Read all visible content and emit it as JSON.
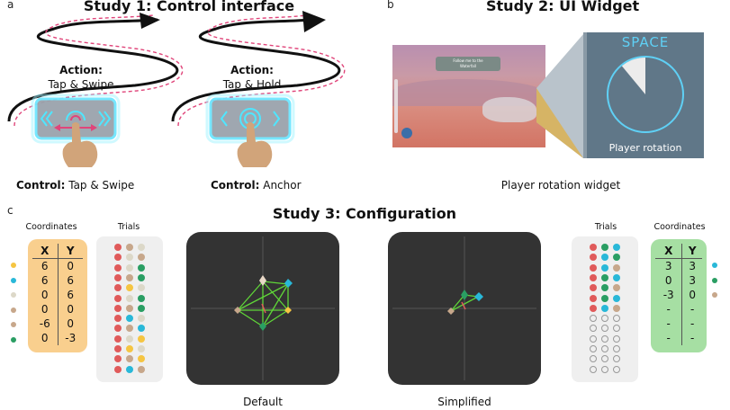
{
  "panels": {
    "a": {
      "letter": "a",
      "title": "Study 1: Control interface",
      "left": {
        "action_title": "Action:",
        "action_text": "Tap & Swipe",
        "control_label": "Control:",
        "control_value": "Tap & Swipe"
      },
      "right": {
        "action_title": "Action:",
        "action_text": "Tap & Hold",
        "control_label": "Control:",
        "control_value": "Anchor"
      }
    },
    "b": {
      "letter": "b",
      "title": "Study 2: UI Widget",
      "game_banner_line1": "Follow me to the",
      "game_banner_line2": "Waterfall",
      "widget_title": "SPACE",
      "widget_label": "Player rotation",
      "widget_rotation_fraction": 0.11,
      "caption": "Player rotation widget"
    },
    "c": {
      "letter": "c",
      "title": "Study 3: Configuration",
      "left_coordinates": {
        "heading": "Coordinates",
        "col_x": "X",
        "col_y": "Y",
        "rows": [
          {
            "x": "6",
            "y": "0",
            "color": "#f5c542"
          },
          {
            "x": "6",
            "y": "6",
            "color": "#29b8d8"
          },
          {
            "x": "0",
            "y": "6",
            "color": "#dcd8c8"
          },
          {
            "x": "0",
            "y": "0",
            "color": "#c7a78b"
          },
          {
            "x": "-6",
            "y": "0",
            "color": "#c7a78b"
          },
          {
            "x": "0",
            "y": "-3",
            "color": "#2a9e63"
          }
        ]
      },
      "left_trials_heading": "Trials",
      "left_trials": [
        [
          "#e05a5a",
          "#c7a78b",
          "#dcd8c8"
        ],
        [
          "#e05a5a",
          "#dcd8c8",
          "#c7a78b"
        ],
        [
          "#e05a5a",
          "#dcd8c8",
          "#2a9e63"
        ],
        [
          "#e05a5a",
          "#c7a78b",
          "#2a9e63"
        ],
        [
          "#e05a5a",
          "#f5c542",
          "#dcd8c8"
        ],
        [
          "#e05a5a",
          "#dcd8c8",
          "#2a9e63"
        ],
        [
          "#e05a5a",
          "#c7a78b",
          "#2a9e63"
        ],
        [
          "#e05a5a",
          "#29b8d8",
          "#dcd8c8"
        ],
        [
          "#e05a5a",
          "#c7a78b",
          "#29b8d8"
        ],
        [
          "#e05a5a",
          "#dcd8c8",
          "#f5c542"
        ],
        [
          "#e05a5a",
          "#f5c542",
          "#dcd8c8"
        ],
        [
          "#e05a5a",
          "#c7a78b",
          "#f5c542"
        ],
        [
          "#e05a5a",
          "#29b8d8",
          "#c7a78b"
        ]
      ],
      "default_caption": "Default",
      "simplified_caption": "Simplified",
      "right_trials_heading": "Trials",
      "right_trials": [
        [
          "#e05a5a",
          "#2a9e63",
          "#29b8d8"
        ],
        [
          "#e05a5a",
          "#29b8d8",
          "#2a9e63"
        ],
        [
          "#e05a5a",
          "#29b8d8",
          "#c7a78b"
        ],
        [
          "#e05a5a",
          "#2a9e63",
          "#29b8d8"
        ],
        [
          "#e05a5a",
          "#2a9e63",
          "#c7a78b"
        ],
        [
          "#e05a5a",
          "#2a9e63",
          "#29b8d8"
        ],
        [
          "#e05a5a",
          "#29b8d8",
          "#c7a78b"
        ],
        [
          "empty",
          "empty",
          "empty"
        ],
        [
          "empty",
          "empty",
          "empty"
        ],
        [
          "empty",
          "empty",
          "empty"
        ],
        [
          "empty",
          "empty",
          "empty"
        ],
        [
          "empty",
          "empty",
          "empty"
        ],
        [
          "empty",
          "empty",
          "empty"
        ]
      ],
      "right_coordinates": {
        "heading": "Coordinates",
        "col_x": "X",
        "col_y": "Y",
        "rows": [
          {
            "x": "3",
            "y": "3",
            "color": "#29b8d8"
          },
          {
            "x": "0",
            "y": "3",
            "color": "#2a9e63"
          },
          {
            "x": "-3",
            "y": "0",
            "color": "#c7a78b"
          },
          {
            "x": "-",
            "y": "-",
            "color": ""
          },
          {
            "x": "-",
            "y": "-",
            "color": ""
          },
          {
            "x": "-",
            "y": "-",
            "color": ""
          }
        ]
      }
    }
  },
  "colors": {
    "orange_box": "#f9cf8e",
    "green_box": "#a6dfa3",
    "dark_panel": "#333333",
    "widget_bg": "#607788",
    "widget_accent": "#5fd0f5",
    "arrow_pink": "#e0457a"
  }
}
